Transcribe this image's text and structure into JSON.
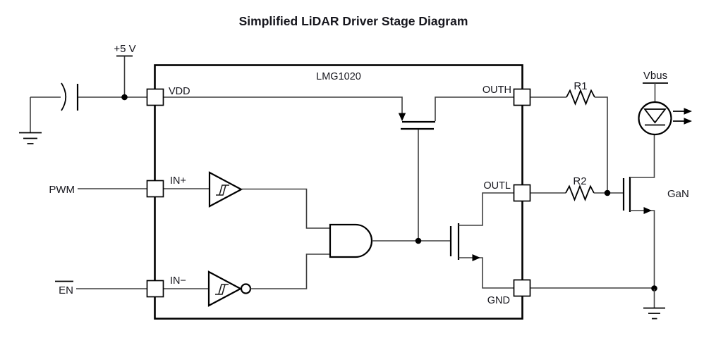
{
  "title": "Simplified LiDAR Driver Stage Diagram",
  "chip": {
    "name": "LMG1020",
    "pins": {
      "vdd": "VDD",
      "in_plus": "IN+",
      "in_minus": "IN−",
      "outh": "OUTH",
      "outl": "OUTL",
      "gnd": "GND"
    }
  },
  "external": {
    "supply_5v": "+5 V",
    "pwm": "PWM",
    "en": "EN",
    "r1": "R1",
    "r2": "R2",
    "vbus": "Vbus",
    "gan": "GaN"
  },
  "colors": {
    "background": "#ffffff",
    "wire": "#3f3f3f",
    "component": "#000000",
    "text": "#16161d"
  }
}
